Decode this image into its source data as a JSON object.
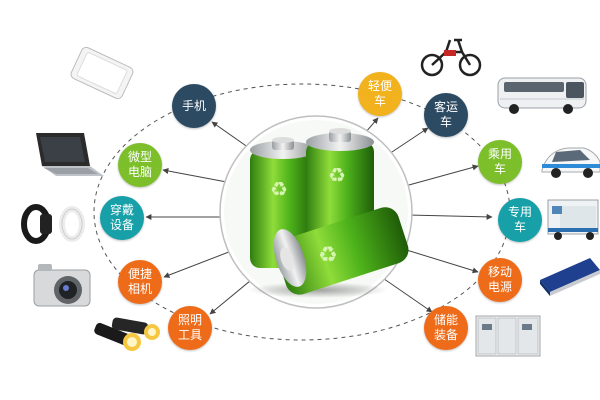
{
  "center": {
    "image": "green-battery-cells"
  },
  "nodes": [
    {
      "id": "mobile-phone",
      "label": "手机",
      "color": "#2c4a62"
    },
    {
      "id": "microcomputer",
      "label": "微型\n电脑",
      "color": "#7cbf2b"
    },
    {
      "id": "wearable-device",
      "label": "穿戴\n设备",
      "color": "#17a0a8"
    },
    {
      "id": "portable-camera",
      "label": "便捷\n相机",
      "color": "#ee6c19"
    },
    {
      "id": "lighting-tool",
      "label": "照明\n工具",
      "color": "#ee6c19"
    },
    {
      "id": "light-vehicle",
      "label": "轻便\n车",
      "color": "#f2b21d"
    },
    {
      "id": "passenger-bus",
      "label": "客运\n车",
      "color": "#2c4a62"
    },
    {
      "id": "passenger-car",
      "label": "乘用\n车",
      "color": "#7cbf2b"
    },
    {
      "id": "special-vehicle",
      "label": "专用\n车",
      "color": "#17a0a8"
    },
    {
      "id": "mobile-power",
      "label": "移动\n电源",
      "color": "#ee6c19"
    },
    {
      "id": "energy-storage",
      "label": "储能\n装备",
      "color": "#ee6c19"
    }
  ],
  "pictures": [
    "smartphone",
    "laptop",
    "smart-band",
    "digital-camera",
    "flashlight",
    "electric-bicycle",
    "coach-bus",
    "sedan-car",
    "box-truck",
    "power-bank",
    "storage-cabinet"
  ]
}
